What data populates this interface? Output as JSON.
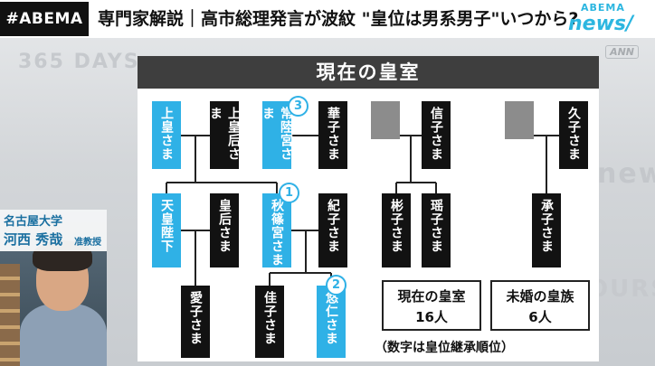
{
  "header": {
    "logo": "#ABEMA",
    "headline": "専門家解説｜高市総理発言が波紋 \"皇位は男系男子\"いつから?",
    "brand_top": "ABEMA",
    "brand_main": "news/",
    "tag": "ANN"
  },
  "background": {
    "text1": "365 DAYS",
    "text2": "news",
    "text3": "OURS"
  },
  "board": {
    "title": "現在の皇室",
    "members": [
      {
        "id": "jokou",
        "label": "上皇さま",
        "style": "blue"
      },
      {
        "id": "jokougo",
        "label": "上皇后さま",
        "style": "black"
      },
      {
        "id": "hitachi",
        "label": "常陸宮さま",
        "style": "blue",
        "badge": "3"
      },
      {
        "id": "hanako",
        "label": "華子さま",
        "style": "black"
      },
      {
        "id": "unnamed1",
        "label": "",
        "style": "gray"
      },
      {
        "id": "nobuko",
        "label": "信子さま",
        "style": "black"
      },
      {
        "id": "unnamed2",
        "label": "",
        "style": "gray"
      },
      {
        "id": "hisako",
        "label": "久子さま",
        "style": "black"
      },
      {
        "id": "tenno",
        "label": "天皇陛下",
        "style": "blue"
      },
      {
        "id": "kogo",
        "label": "皇后さま",
        "style": "black"
      },
      {
        "id": "akishino",
        "label": "秋篠宮さま",
        "style": "blue",
        "badge": "1"
      },
      {
        "id": "kiko",
        "label": "紀子さま",
        "style": "black"
      },
      {
        "id": "akiko",
        "label": "彬子さま",
        "style": "black"
      },
      {
        "id": "yoko",
        "label": "瑶子さま",
        "style": "black"
      },
      {
        "id": "tsuguko",
        "label": "承子さま",
        "style": "black"
      },
      {
        "id": "aiko",
        "label": "愛子さま",
        "style": "black"
      },
      {
        "id": "kako",
        "label": "佳子さま",
        "style": "black"
      },
      {
        "id": "hisahito",
        "label": "悠仁さま",
        "style": "blue",
        "badge": "2"
      }
    ],
    "count_total": {
      "label": "現在の皇室",
      "value": "16人"
    },
    "count_unmarried": {
      "label": "未婚の皇族",
      "value": "6人"
    },
    "note": "（数字は皇位継承順位）"
  },
  "speaker": {
    "university": "名古屋大学",
    "name": "河西 秀哉",
    "title": "准教授"
  },
  "colors": {
    "accent_blue": "#2fb1e6",
    "node_black": "#121212",
    "title_bar": "#3e3e3e"
  }
}
